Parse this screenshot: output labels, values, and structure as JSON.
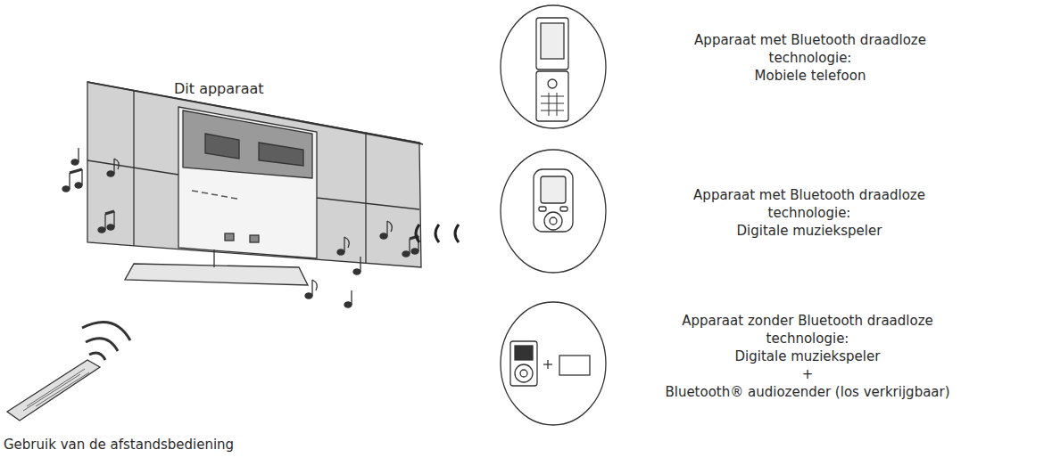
{
  "diagram": {
    "nodes": [
      {
        "text": [
          "Apparaat met Bluetooth draadloze technologie:",
          "Mobiele telefoon"
        ]
      },
      {
        "text": [
          "Apparaat met Bluetooth draadloze technologie:",
          "Digitale muziekspeler"
        ]
      },
      {
        "text": [
          "Apparaat zonder Bluetooth draadloze technologie:",
          "Digitale muziekspeler",
          "+",
          "Bluetooth® audiozender (los verkrijgbaar)"
        ]
      }
    ],
    "labels": [
      "Dit apparaat",
      "Gebruik van de afstandsbediening"
    ]
  }
}
